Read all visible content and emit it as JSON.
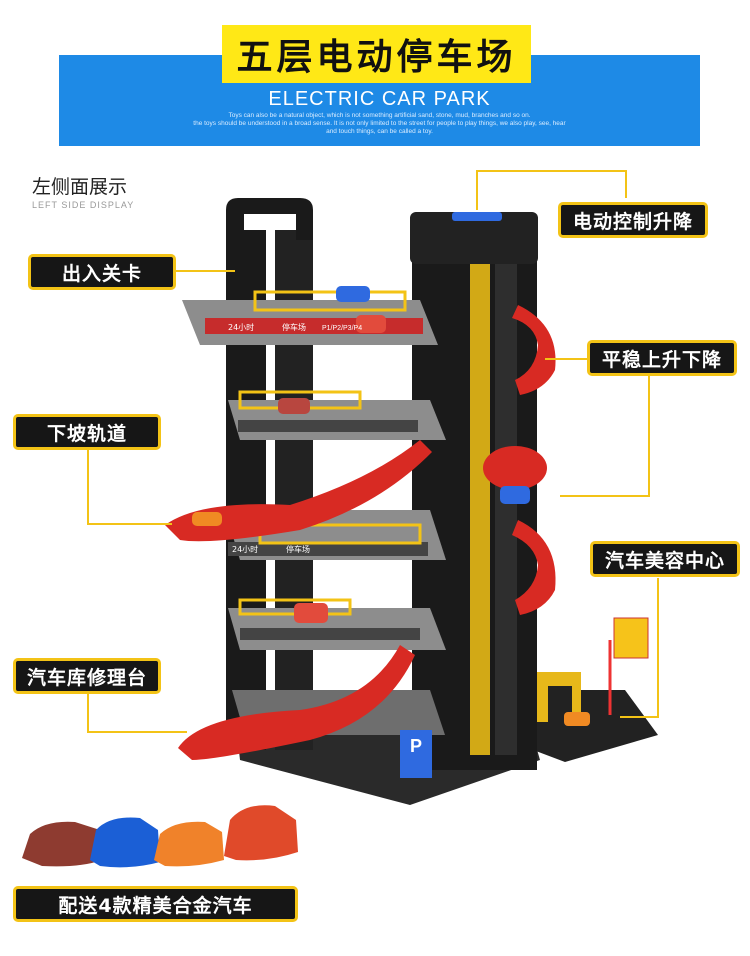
{
  "header": {
    "title_cn": "五层电动停车场",
    "title_en": "ELECTRIC CAR PARK",
    "fine_print_1": "Toys can also be a natural object, which is not something artificial sand, stone, mud, branches and so on.",
    "fine_print_2": "the toys should be understood in a broad sense. It is not only limited to the street for people to play things, we also play, see, hear",
    "fine_print_3": "and touch things, can be called a toy."
  },
  "view": {
    "title": "左侧面展示",
    "subtitle": "LEFT SIDE DISPLAY"
  },
  "callouts": {
    "entrance": "出入关卡",
    "downhill_track": "下坡轨道",
    "repair_station": "汽车库修理台",
    "electric_lift": "电动控制升降",
    "smooth_lift": "平稳上升下降",
    "car_wash": "汽车美容中心",
    "bonus_cars": "配送4款精美合金汽车"
  },
  "signs": {
    "parking_24h": "24小时",
    "parking_name": "停车场",
    "levels": "P1/P2/P3/P4",
    "parking_p": "P"
  },
  "colors": {
    "banner": "#1e8ae6",
    "title_bg": "#ffe816",
    "callout_border": "#f3c316",
    "ramp_red": "#d82a23",
    "tower_black": "#1a1a1a"
  }
}
